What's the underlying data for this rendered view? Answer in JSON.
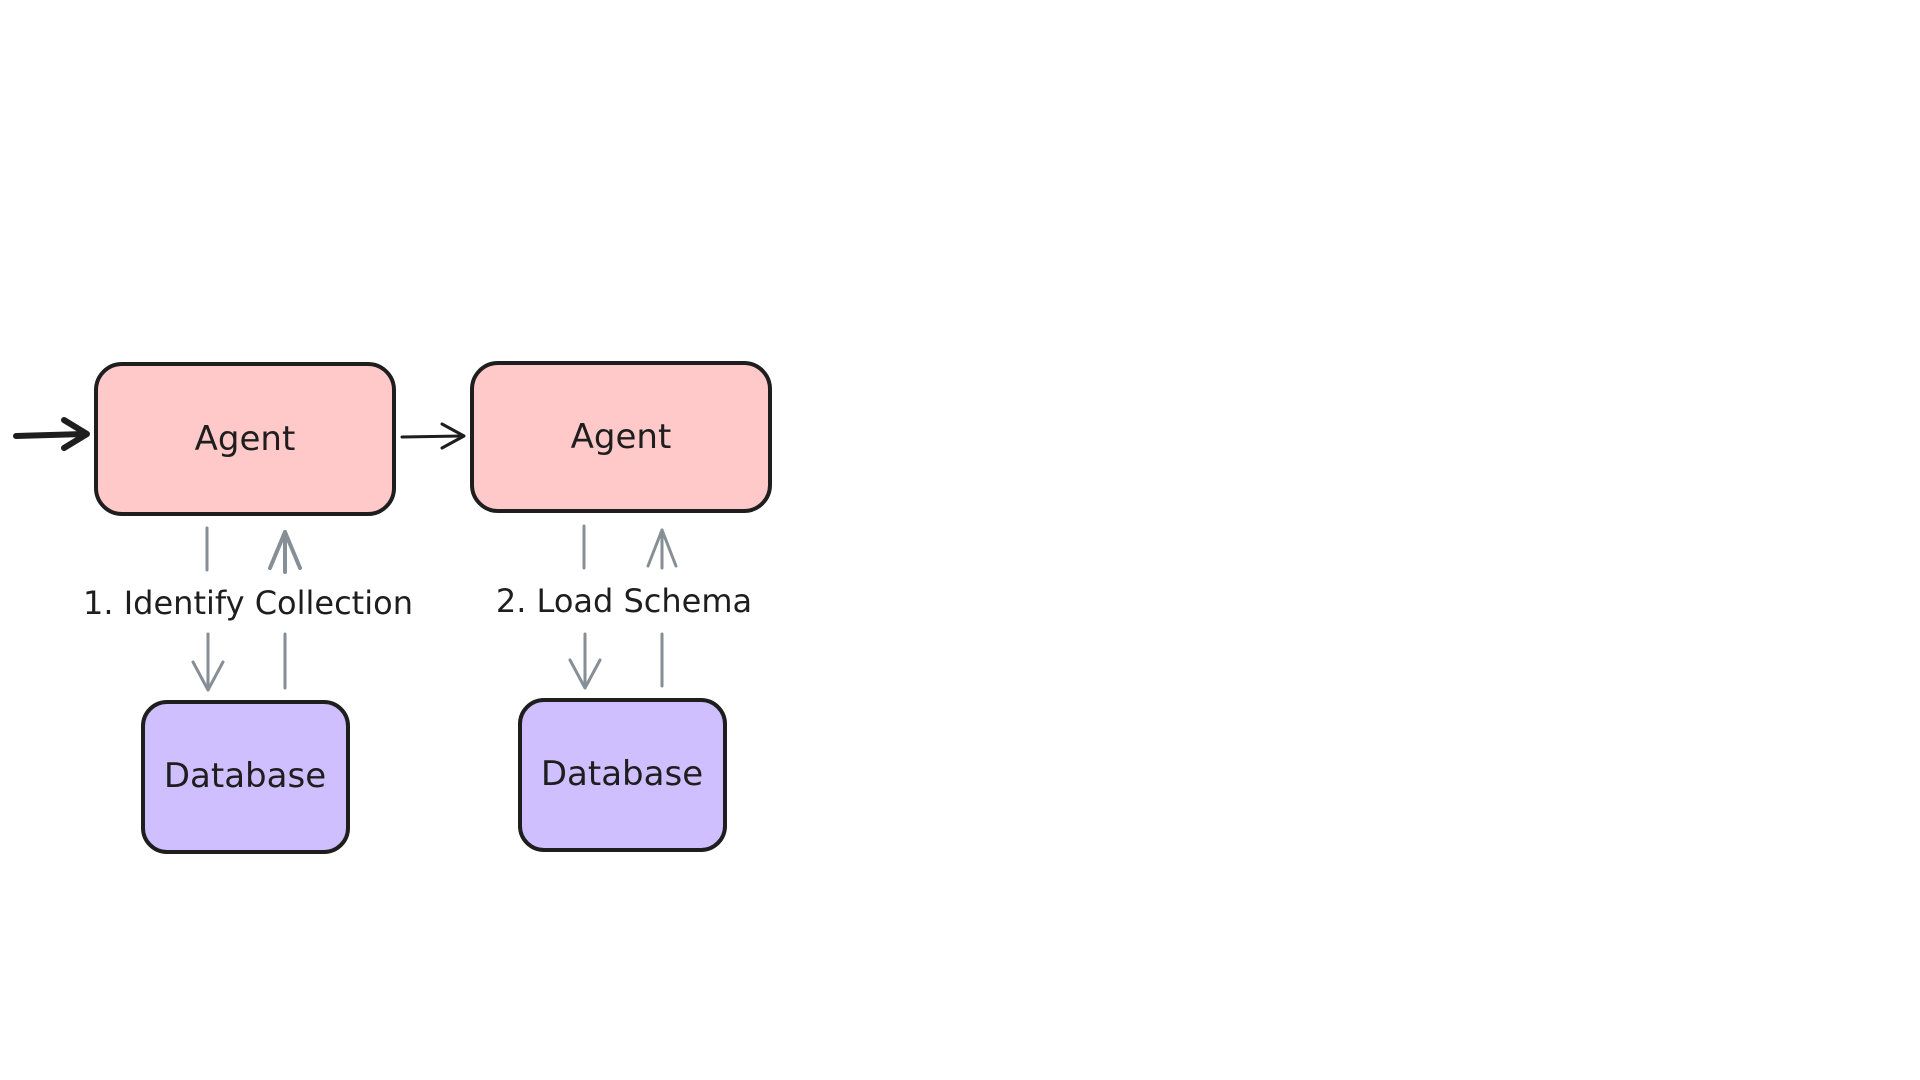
{
  "diagram": {
    "colors": {
      "agent_fill": "#ffc9c9",
      "database_fill": "#d0bfff",
      "stroke": "#1e1e1e",
      "connector": "#868e96"
    },
    "agents": [
      {
        "label": "Agent"
      },
      {
        "label": "Agent"
      }
    ],
    "databases": [
      {
        "label": "Database"
      },
      {
        "label": "Database"
      }
    ],
    "steps": [
      {
        "label": "1. Identify Collection"
      },
      {
        "label": "2. Load Schema"
      }
    ]
  }
}
